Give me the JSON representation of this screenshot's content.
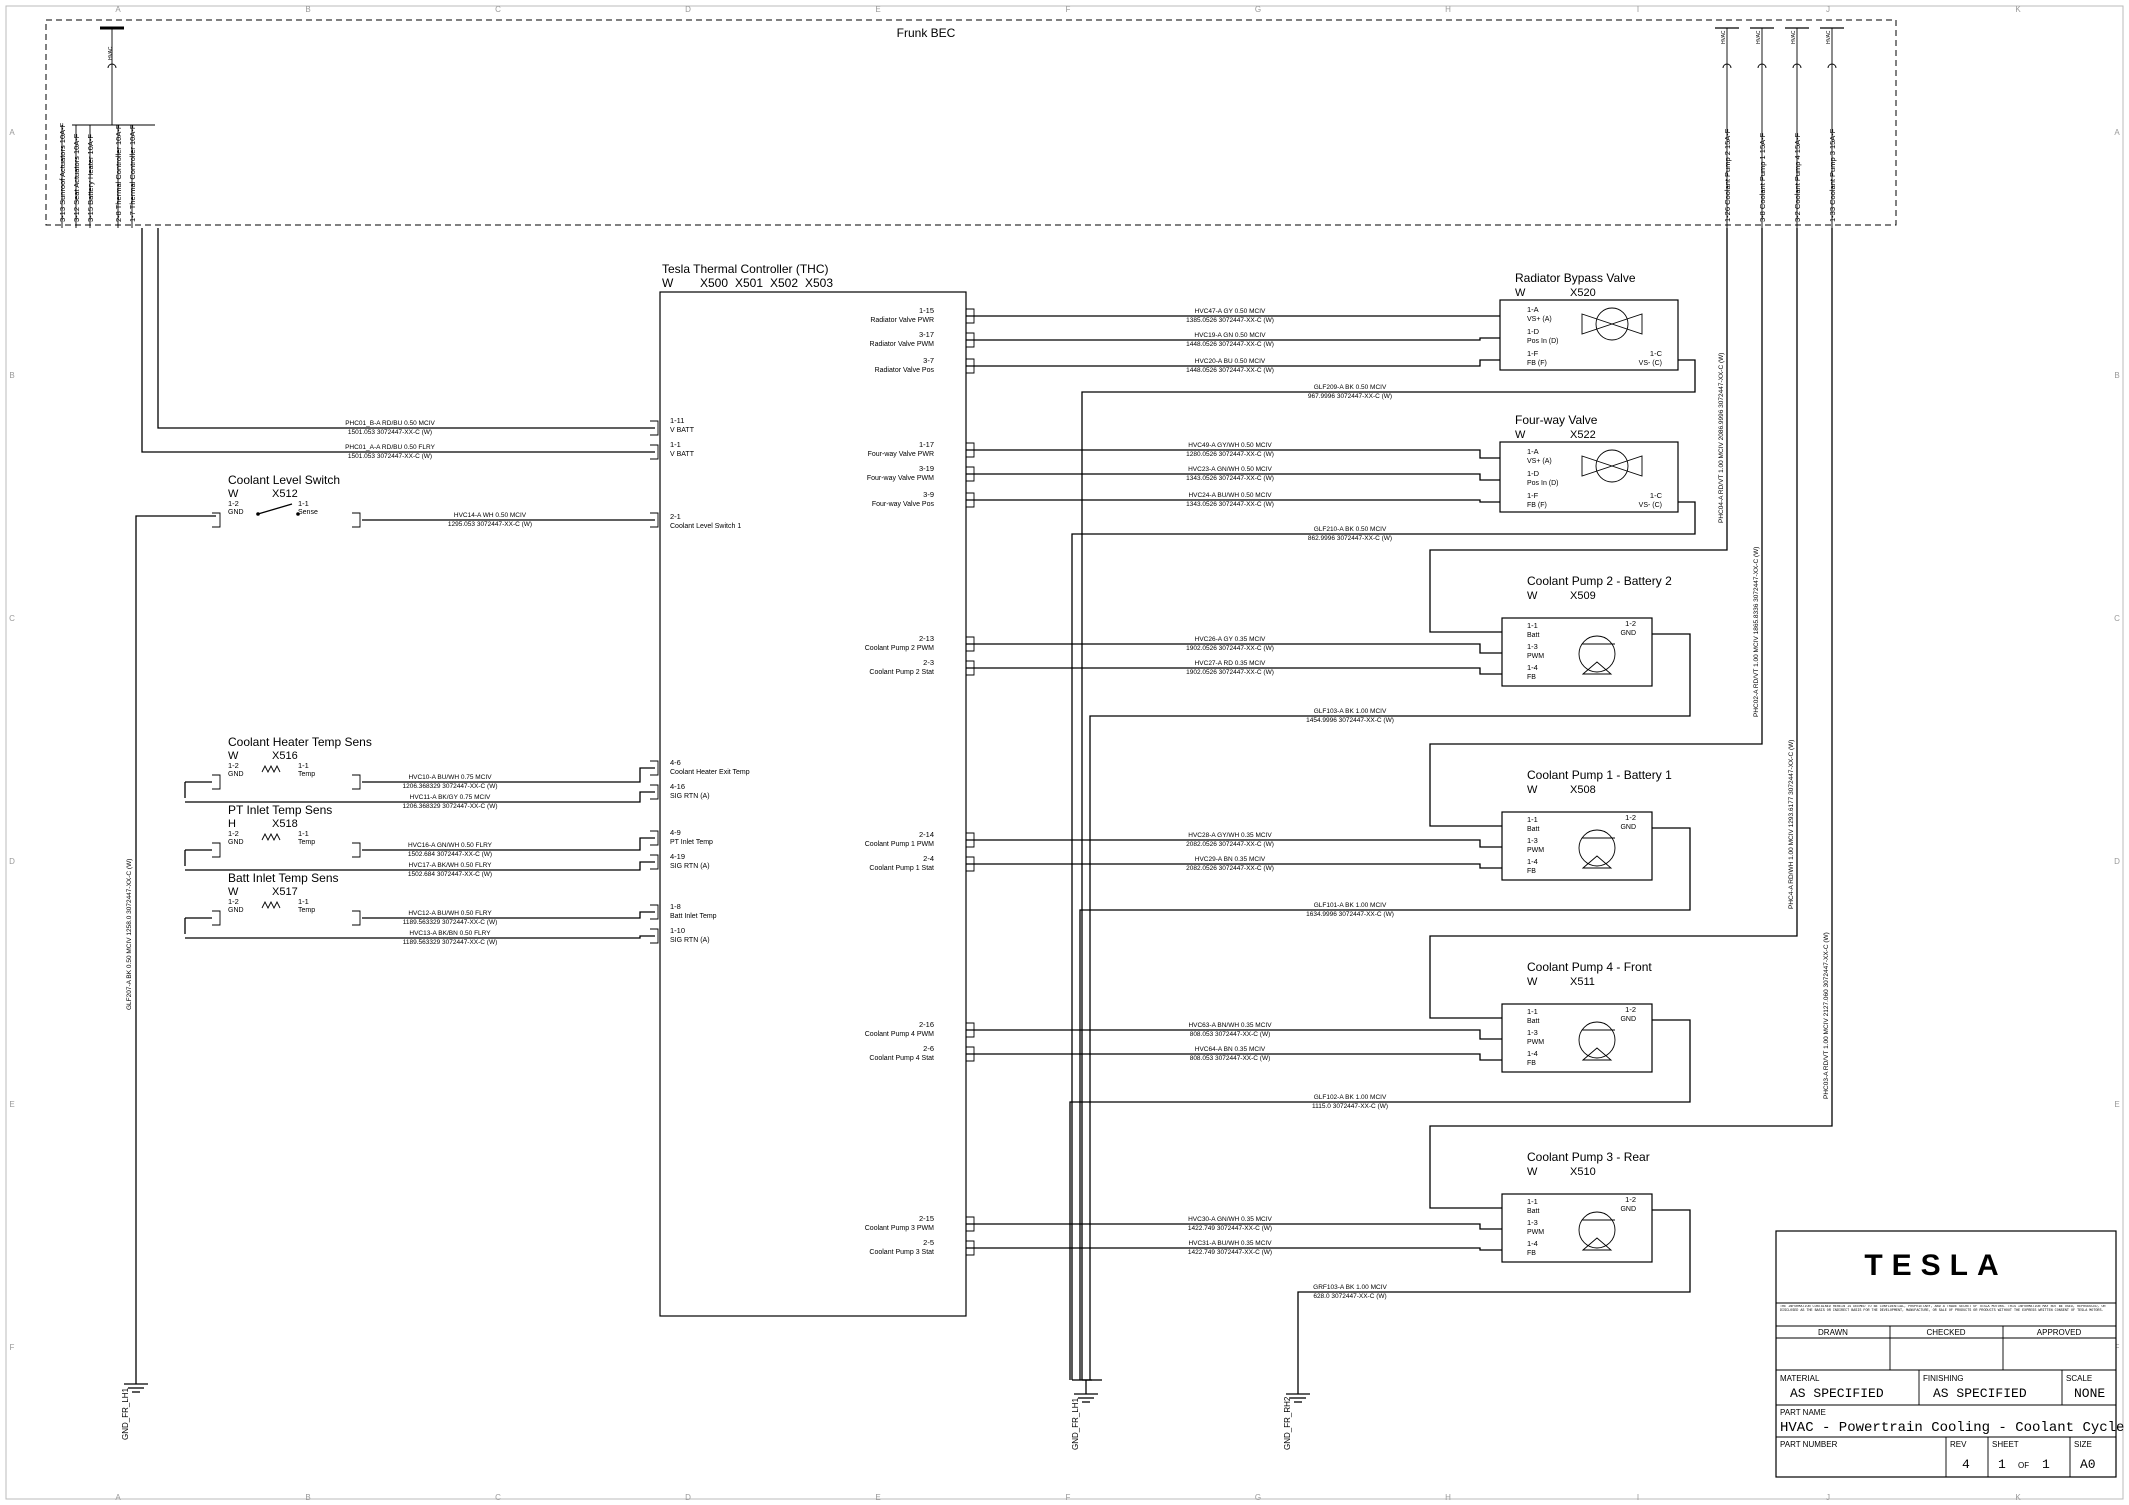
{
  "grid": {
    "columns": [
      "A",
      "B",
      "C",
      "D",
      "E",
      "F",
      "G",
      "H",
      "I",
      "J",
      "K"
    ],
    "rows": [
      "A",
      "B",
      "C",
      "D",
      "E",
      "F"
    ]
  },
  "frunk": {
    "label": "Frunk BEC"
  },
  "fuses_left": [
    "3-13  Sunroof Actuators 10A-F",
    "3-12  Seat Actuators 10A-F",
    "3-15  Battery Heater 10A-F",
    "2-8  Thermal Controller 10A-F",
    "1-7  Thermal Controller 10A-F"
  ],
  "fuses_right": [
    "1-26  Coolant Pump 2 15A-F",
    "3-8  Coolant Pump 1 15A-F",
    "3-2  Coolant Pump 4 15A-F",
    "1-33  Coolant Pump 3 15A-F"
  ],
  "fuse_tag": "HVAC",
  "thc": {
    "title": "Tesla Thermal Controller (THC)",
    "variant": "W",
    "connectors": [
      "X500",
      "X501",
      "X502",
      "X503"
    ],
    "pins_left": [
      {
        "pin": "1-11",
        "name": "V BATT"
      },
      {
        "pin": "1-1",
        "name": "V BATT"
      },
      {
        "pin": "2-1",
        "name": "Coolant Level Switch 1"
      },
      {
        "pin": "4-6",
        "name": "Coolant Heater Exit Temp"
      },
      {
        "pin": "4-16",
        "name": "SIG RTN (A)"
      },
      {
        "pin": "4-9",
        "name": "PT Inlet Temp"
      },
      {
        "pin": "4-19",
        "name": "SIG RTN (A)"
      },
      {
        "pin": "1-8",
        "name": "Batt Inlet Temp"
      },
      {
        "pin": "1-10",
        "name": "SIG RTN (A)"
      }
    ],
    "pins_right": [
      {
        "pin": "1-15",
        "name": "Radiator Valve PWR"
      },
      {
        "pin": "3-17",
        "name": "Radiator Valve PWM"
      },
      {
        "pin": "3-7",
        "name": "Radiator Valve Pos"
      },
      {
        "pin": "1-17",
        "name": "Four-way Valve PWR"
      },
      {
        "pin": "3-19",
        "name": "Four-way Valve PWM"
      },
      {
        "pin": "3-9",
        "name": "Four-way Valve Pos"
      },
      {
        "pin": "2-13",
        "name": "Coolant Pump 2 PWM"
      },
      {
        "pin": "2-3",
        "name": "Coolant Pump 2 Stat"
      },
      {
        "pin": "2-14",
        "name": "Coolant Pump 1 PWM"
      },
      {
        "pin": "2-4",
        "name": "Coolant Pump 1 Stat"
      },
      {
        "pin": "2-16",
        "name": "Coolant Pump 4 PWM"
      },
      {
        "pin": "2-6",
        "name": "Coolant Pump 4 Stat"
      },
      {
        "pin": "2-15",
        "name": "Coolant Pump 3 PWM"
      },
      {
        "pin": "2-5",
        "name": "Coolant Pump 3 Stat"
      }
    ]
  },
  "sensors": [
    {
      "title": "Coolant Level Switch",
      "variant": "W",
      "conn": "X512",
      "p1": "1-2",
      "p1n": "GND",
      "p2": "1-1",
      "p2n": "Sense"
    },
    {
      "title": "Coolant Heater Temp Sens",
      "variant": "W",
      "conn": "X516",
      "p1": "1-2",
      "p1n": "GND",
      "p2": "1-1",
      "p2n": "Temp"
    },
    {
      "title": "PT Inlet Temp Sens",
      "variant": "H",
      "conn": "X518",
      "p1": "1-2",
      "p1n": "GND",
      "p2": "1-1",
      "p2n": "Temp"
    },
    {
      "title": "Batt Inlet Temp Sens",
      "variant": "W",
      "conn": "X517",
      "p1": "1-2",
      "p1n": "GND",
      "p2": "1-1",
      "p2n": "Temp"
    }
  ],
  "valves": [
    {
      "title": "Radiator Bypass Valve",
      "variant": "W",
      "conn": "X520",
      "pins": [
        {
          "pin": "1-A",
          "name": "VS+ (A)"
        },
        {
          "pin": "1-D",
          "name": "Pos In (D)"
        },
        {
          "pin": "1-F",
          "name": "FB (F)"
        }
      ],
      "gnd_pin": {
        "pin": "1-C",
        "name": "VS- (C)"
      }
    },
    {
      "title": "Four-way Valve",
      "variant": "W",
      "conn": "X522",
      "pins": [
        {
          "pin": "1-A",
          "name": "VS+ (A)"
        },
        {
          "pin": "1-D",
          "name": "Pos In (D)"
        },
        {
          "pin": "1-F",
          "name": "FB (F)"
        }
      ],
      "gnd_pin": {
        "pin": "1-C",
        "name": "VS- (C)"
      }
    }
  ],
  "pumps": [
    {
      "title": "Coolant Pump 2 - Battery 2",
      "variant": "W",
      "conn": "X509"
    },
    {
      "title": "Coolant Pump 1 - Battery 1",
      "variant": "W",
      "conn": "X508"
    },
    {
      "title": "Coolant Pump 4 - Front",
      "variant": "W",
      "conn": "X511"
    },
    {
      "title": "Coolant Pump 3 - Rear",
      "variant": "W",
      "conn": "X510"
    }
  ],
  "pump_pins": [
    {
      "pin": "1-1",
      "name": "Batt"
    },
    {
      "pin": "1-3",
      "name": "PWM"
    },
    {
      "pin": "1-4",
      "name": "FB"
    }
  ],
  "pump_gnd": {
    "pin": "1-2",
    "name": "GND"
  },
  "wires": [
    {
      "id": "w_bat1",
      "text1": "PHC01_B-A   RD/BU   0.50   MCIV",
      "text2": "1501.053   3072447-XX-C (W)"
    },
    {
      "id": "w_bat2",
      "text1": "PHC01_A-A   RD/BU   0.50   FLRY",
      "text2": "1501.053   3072447-XX-C (W)"
    },
    {
      "id": "w_lvl",
      "text1": "HVC14-A   WH   0.50   MCIV",
      "text2": "1295.053   3072447-XX-C (W)"
    },
    {
      "id": "w_ht1",
      "text1": "HVC10-A   BU/WH   0.75   MCIV",
      "text2": "1206.368329   3072447-XX-C (W)"
    },
    {
      "id": "w_ht2",
      "text1": "HVC11-A   BK/GY   0.75   MCIV",
      "text2": "1206.368329   3072447-XX-C (W)"
    },
    {
      "id": "w_pt1",
      "text1": "HVC16-A   GN/WH   0.50   FLRY",
      "text2": "1502.684   3072447-XX-C (W)"
    },
    {
      "id": "w_pt2",
      "text1": "HVC17-A   BK/WH   0.50   FLRY",
      "text2": "1502.684   3072447-XX-C (W)"
    },
    {
      "id": "w_bi1",
      "text1": "HVC12-A   BU/WH   0.50   FLRY",
      "text2": "1189.563329   3072447-XX-C (W)"
    },
    {
      "id": "w_bi2",
      "text1": "HVC13-A   BK/BN   0.50   FLRY",
      "text2": "1189.563329   3072447-XX-C (W)"
    },
    {
      "id": "w_rv1",
      "text1": "HVC47-A   GY   0.50   MCIV",
      "text2": "1385.0526   3072447-XX-C (W)"
    },
    {
      "id": "w_rv2",
      "text1": "HVC19-A   GN   0.50   MCIV",
      "text2": "1448.0526   3072447-XX-C (W)"
    },
    {
      "id": "w_rv3",
      "text1": "HVC20-A   BU   0.50   MCIV",
      "text2": "1448.0526   3072447-XX-C (W)"
    },
    {
      "id": "w_rvg",
      "text1": "GLF209-A   BK   0.50   MCIV",
      "text2": "967.9996   3072447-XX-C (W)"
    },
    {
      "id": "w_fv1",
      "text1": "HVC49-A   GY/WH   0.50   MCIV",
      "text2": "1280.0526   3072447-XX-C (W)"
    },
    {
      "id": "w_fv2",
      "text1": "HVC23-A   GN/WH   0.50   MCIV",
      "text2": "1343.0526   3072447-XX-C (W)"
    },
    {
      "id": "w_fv3",
      "text1": "HVC24-A   BU/WH   0.50   MCIV",
      "text2": "1343.0526   3072447-XX-C (W)"
    },
    {
      "id": "w_fvg",
      "text1": "GLF210-A   BK   0.50   MCIV",
      "text2": "862.9996   3072447-XX-C (W)"
    },
    {
      "id": "w_p2a",
      "text1": "HVC26-A   GY   0.35   MCIV",
      "text2": "1902.0526   3072447-XX-C (W)"
    },
    {
      "id": "w_p2b",
      "text1": "HVC27-A   RD   0.35   MCIV",
      "text2": "1902.0526   3072447-XX-C (W)"
    },
    {
      "id": "w_p2g",
      "text1": "GLF103-A   BK   1.00   MCIV",
      "text2": "1454.9996   3072447-XX-C (W)"
    },
    {
      "id": "w_p1a",
      "text1": "HVC28-A   GY/WH   0.35   MCIV",
      "text2": "2082.0526   3072447-XX-C (W)"
    },
    {
      "id": "w_p1b",
      "text1": "HVC29-A   BN   0.35   MCIV",
      "text2": "2082.0526   3072447-XX-C (W)"
    },
    {
      "id": "w_p1g",
      "text1": "GLF101-A   BK   1.00   MCIV",
      "text2": "1634.9996   3072447-XX-C (W)"
    },
    {
      "id": "w_p4a",
      "text1": "HVC63-A   BN/WH   0.35   MCIV",
      "text2": "808.053   3072447-XX-C (W)"
    },
    {
      "id": "w_p4b",
      "text1": "HVC64-A   BN   0.35   MCIV",
      "text2": "808.053   3072447-XX-C (W)"
    },
    {
      "id": "w_p4g",
      "text1": "GLF102-A   BK   1.00   MCIV",
      "text2": "1115.0   3072447-XX-C (W)"
    },
    {
      "id": "w_p3a",
      "text1": "HVC30-A   GN/WH   0.35   MCIV",
      "text2": "1422.749   3072447-XX-C (W)"
    },
    {
      "id": "w_p3b",
      "text1": "HVC31-A   BU/WH   0.35   MCIV",
      "text2": "1422.749   3072447-XX-C (W)"
    },
    {
      "id": "w_p3g",
      "text1": "GRF103-A   BK   1.00   MCIV",
      "text2": "628.0   3072447-XX-C (W)"
    }
  ],
  "vertical_wires": [
    {
      "id": "v_gndl",
      "text": "GLF207-A   BK   0.50   MCIV   1258.0   3072447-XX-C (W)"
    },
    {
      "id": "v_p2",
      "text": "PHC04-A   RD/VT   1.00   MCIV   2086.9996   3072447-XX-C (W)"
    },
    {
      "id": "v_p1",
      "text": "PHC02-A   RD/VT   1.00   MCIV   1865.8336   3072447-XX-C (W)"
    },
    {
      "id": "v_p4",
      "text": "PHC4-A   RD/WH   1.00   MCIV   1293.6177   3072447-XX-C (W)"
    },
    {
      "id": "v_p3",
      "text": "PHC03-A   RD/VT   1.00   MCIV   2127.060   3072447-XX-C (W)"
    }
  ],
  "grounds": [
    "GND_FR_LH1",
    "GND_FR_LH1",
    "GND_FR_RH2"
  ],
  "title_block": {
    "brand": "TESLA",
    "disclaimer": "THE INFORMATION CONTAINED HEREIN IS DEEMED TO BE CONFIDENTIAL, PROPRIETARY, AND A TRADE SECRET OF TESLA MOTORS. THIS INFORMATION MAY NOT BE USED, REPRODUCED, OR DISCLOSED AS THE BASIS OR INDIRECT BASIS FOR THE DEVELOPMENT, MANUFACTURE, OR SALE OF PRODUCTS OR PRODUCTS WITHOUT THE EXPRESS WRITTEN CONSENT OF TESLA MOTORS.",
    "drawn": "DRAWN",
    "checked": "CHECKED",
    "approved": "APPROVED",
    "material_label": "MATERIAL",
    "material": "AS SPECIFIED",
    "finishing_label": "FINISHING",
    "finishing": "AS SPECIFIED",
    "scale_label": "SCALE",
    "scale": "NONE",
    "part_name_label": "PART NAME",
    "part_name": "HVAC - Powertrain Cooling - Coolant Cycle",
    "part_number_label": "PART NUMBER",
    "rev_label": "REV",
    "rev": "4",
    "sheet_label": "SHEET",
    "sheet": "1",
    "of": "OF",
    "sheet_total": "1",
    "size_label": "SIZE",
    "size": "A0"
  }
}
